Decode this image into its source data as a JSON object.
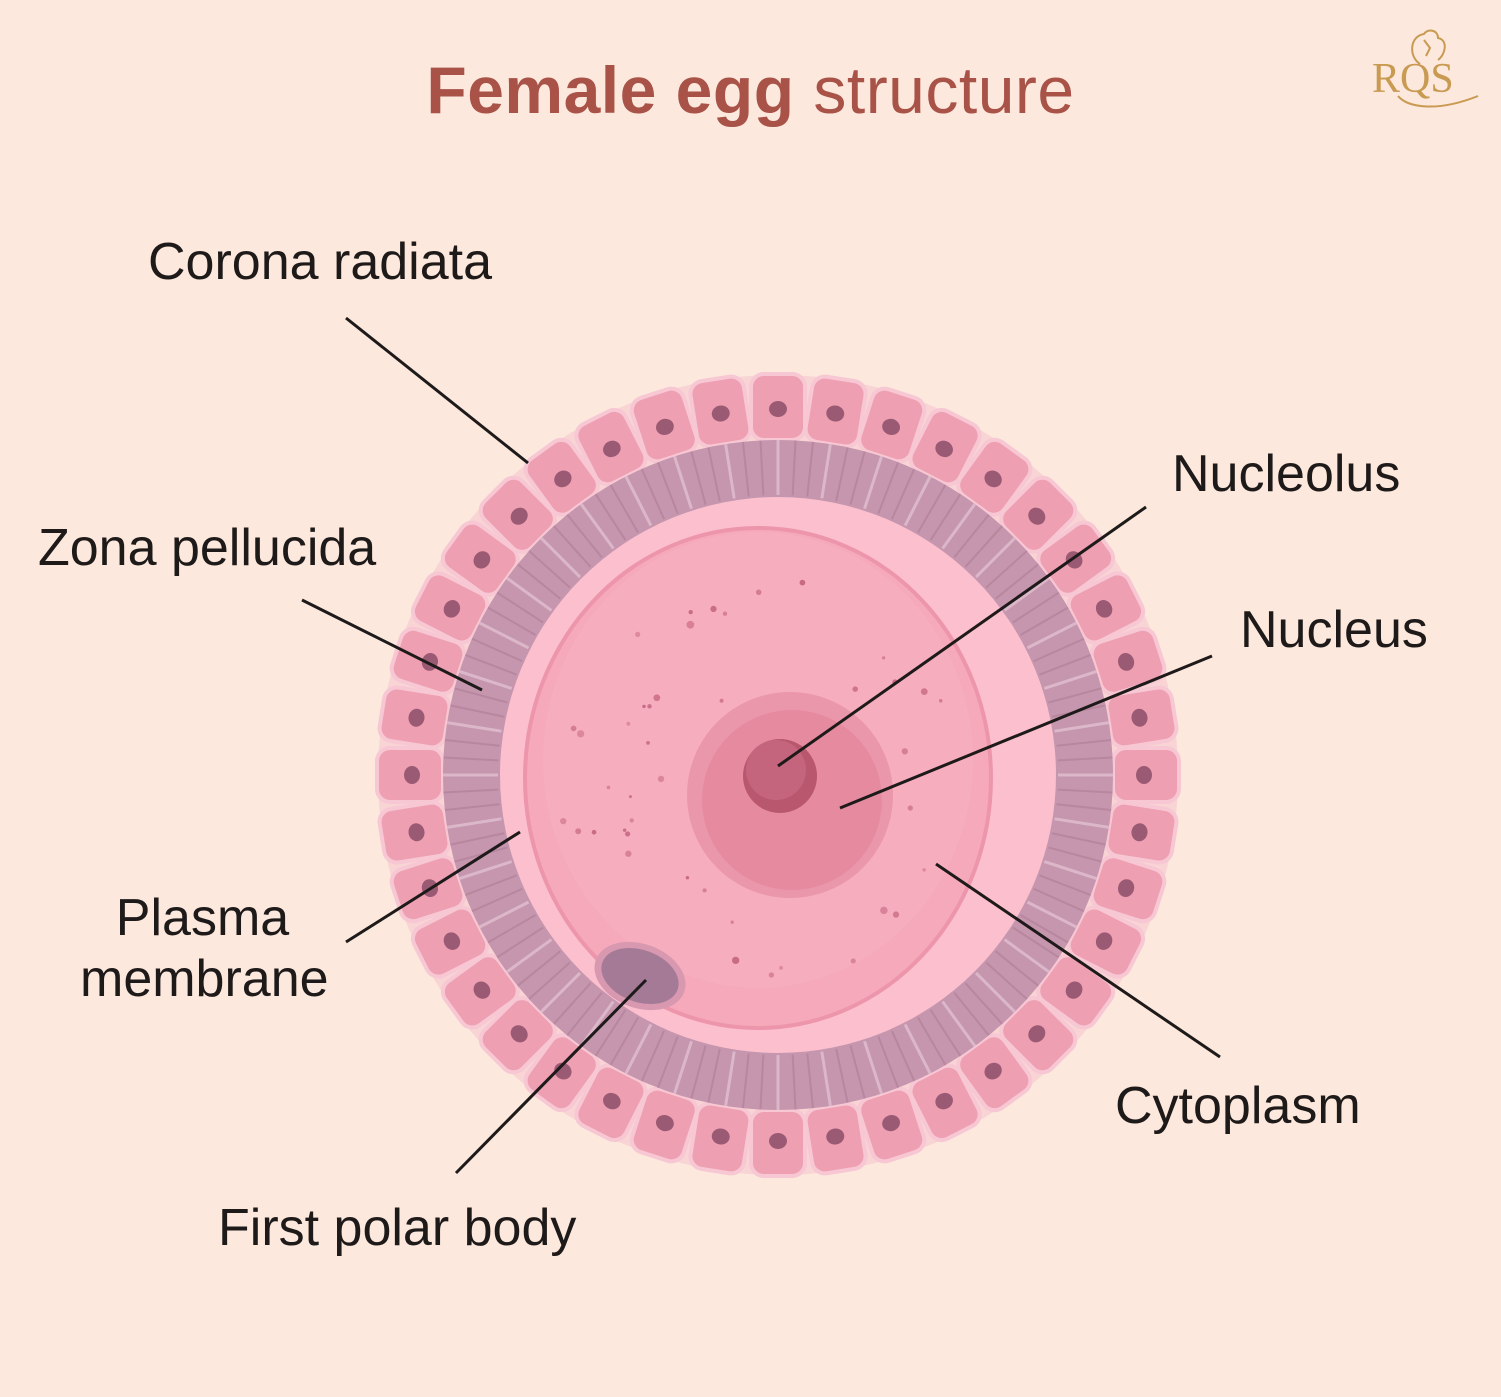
{
  "title": {
    "bold": "Female egg",
    "light": "structure"
  },
  "labels": {
    "corona_radiata": "Corona radiata",
    "zona_pellucida": "Zona pellucida",
    "plasma_membrane_line1": "Plasma",
    "plasma_membrane_line2": "membrane",
    "first_polar_body": "First polar body",
    "nucleolus": "Nucleolus",
    "nucleus": "Nucleus",
    "cytoplasm": "Cytoplasm"
  },
  "logo": {
    "letters": "RQS"
  },
  "colors": {
    "background": "#fce8dc",
    "title": "#a85248",
    "corona_cell": "#ee9fb2",
    "zona": "#c596ad",
    "cytoplasm": "#f5a9ba",
    "nucleus": "#e68aa0",
    "nucleolus": "#b9576f",
    "polar_body": "#a47a96",
    "logo": "#c89a52"
  }
}
